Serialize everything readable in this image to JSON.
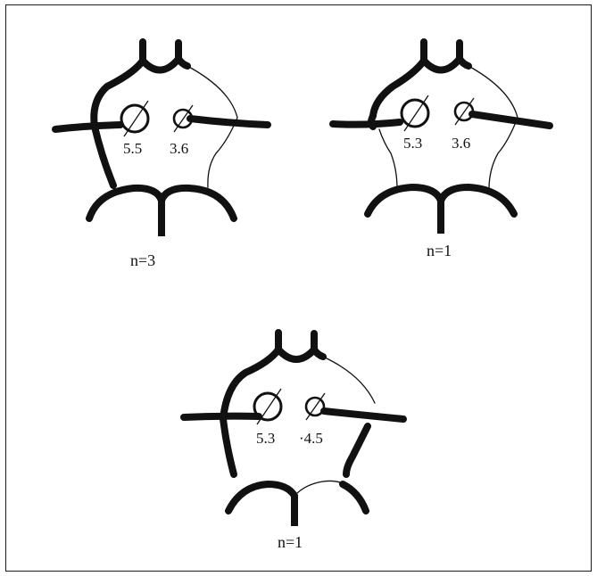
{
  "figures": [
    {
      "value_left": "5.5",
      "value_right": "3.6",
      "caption": "n=3"
    },
    {
      "value_left": "5.3",
      "value_right": "3.6",
      "caption": "n=1"
    },
    {
      "value_left": "5.3",
      "value_right": "·4.5",
      "caption": "n=1"
    }
  ],
  "colors": {
    "stroke": "#111111",
    "background": "#ffffff",
    "border": "#1a1a1a"
  }
}
